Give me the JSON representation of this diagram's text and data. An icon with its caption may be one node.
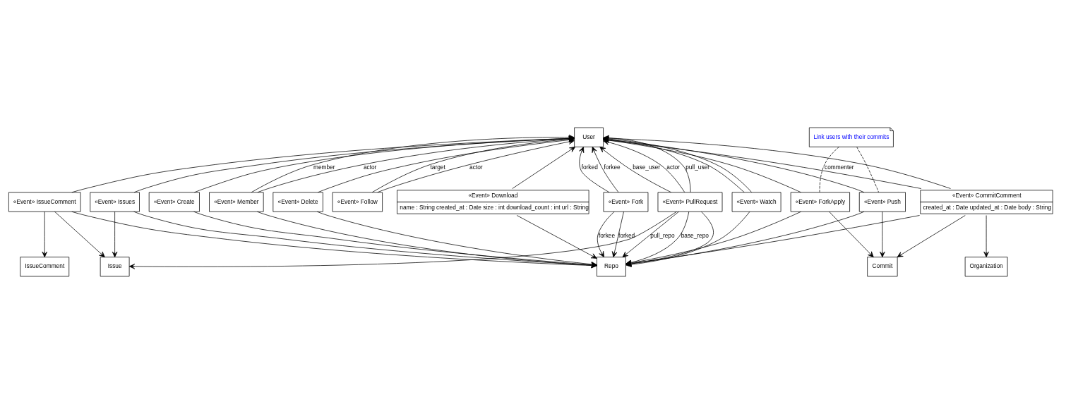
{
  "diagram": {
    "nodes": [
      {
        "text": [
          "User"
        ]
      },
      {
        "text": [
          "«Event» CommitComment",
          "created_at : Date updated_at : Date body : String"
        ]
      },
      {
        "text": [
          "Link users with their commits"
        ]
      },
      {
        "text": [
          "«Event» Member"
        ]
      },
      {
        "text": [
          "«Event» IssueComment"
        ]
      },
      {
        "text": [
          "«Event» PullRequest"
        ]
      },
      {
        "text": [
          "«Event» Issues"
        ]
      },
      {
        "text": [
          "«Event» Watch"
        ]
      },
      {
        "text": [
          "«Event» Follow"
        ]
      },
      {
        "text": [
          "«Event» ForkApply"
        ]
      },
      {
        "text": [
          "«Event» Push"
        ]
      },
      {
        "text": [
          "«Event» Fork"
        ]
      },
      {
        "text": [
          "«Event» Create"
        ]
      },
      {
        "text": [
          "«Event» Delete"
        ]
      },
      {
        "text": [
          "«Event» Download",
          "name : String created_at : Date size : int download_count : int url : String"
        ]
      },
      {
        "text": [
          "Organization"
        ]
      },
      {
        "text": [
          "IssueComment"
        ]
      },
      {
        "text": [
          "Issue"
        ]
      },
      {
        "text": [
          "Commit"
        ]
      },
      {
        "text": [
          "Repo"
        ]
      }
    ],
    "edges": [
      {
        "from": 1,
        "to": 0,
        "arrow": "to"
      },
      {
        "from": 1,
        "to": 0,
        "arrow": "to",
        "label": "commenter"
      },
      {
        "from": 1,
        "to": 15,
        "arrow": "to"
      },
      {
        "from": 1,
        "to": 18,
        "arrow": "to"
      },
      {
        "from": 1,
        "to": 19,
        "arrow": "to"
      },
      {
        "from": 3,
        "to": 0,
        "arrow": "to",
        "label": "actor"
      },
      {
        "from": 3,
        "to": 0,
        "arrow": "to",
        "label": "member"
      },
      {
        "from": 3,
        "to": 19,
        "arrow": "to"
      },
      {
        "from": 2,
        "to": 9,
        "arrow": "none",
        "style": "dashed"
      },
      {
        "from": 2,
        "to": 10,
        "arrow": "none",
        "style": "dashed"
      },
      {
        "from": 9,
        "to": 0,
        "arrow": "to"
      },
      {
        "from": 9,
        "to": 18,
        "arrow": "to"
      },
      {
        "from": 9,
        "to": 19,
        "arrow": "to"
      },
      {
        "from": 10,
        "to": 0,
        "arrow": "to"
      },
      {
        "from": 10,
        "to": 18,
        "arrow": "to"
      },
      {
        "from": 10,
        "to": 19,
        "arrow": "to"
      },
      {
        "from": 4,
        "to": 0,
        "arrow": "to"
      },
      {
        "from": 4,
        "to": 16,
        "arrow": "to"
      },
      {
        "from": 4,
        "to": 17,
        "arrow": "to"
      },
      {
        "from": 4,
        "to": 19,
        "arrow": "to"
      },
      {
        "from": 5,
        "to": 0,
        "arrow": "to",
        "label": "base_user"
      },
      {
        "from": 5,
        "to": 0,
        "arrow": "to",
        "label": "actor"
      },
      {
        "from": 5,
        "to": 0,
        "arrow": "to",
        "label": "pull_user"
      },
      {
        "from": 5,
        "to": 19,
        "arrow": "to",
        "label": "pull_repo"
      },
      {
        "from": 5,
        "to": 19,
        "arrow": "to",
        "label": "base_repo"
      },
      {
        "from": 5,
        "to": 19,
        "arrow": "to"
      },
      {
        "from": 5,
        "to": 17,
        "arrow": "to"
      },
      {
        "from": 6,
        "to": 0,
        "arrow": "to"
      },
      {
        "from": 6,
        "to": 17,
        "arrow": "to"
      },
      {
        "from": 6,
        "to": 19,
        "arrow": "to"
      },
      {
        "from": 11,
        "to": 0,
        "arrow": "to",
        "label": "forkee"
      },
      {
        "from": 11,
        "to": 0,
        "arrow": "to",
        "label": "forked"
      },
      {
        "from": 11,
        "to": 19,
        "arrow": "to",
        "label": "forked"
      },
      {
        "from": 11,
        "to": 19,
        "arrow": "to",
        "label": "forkee"
      },
      {
        "from": 7,
        "to": 0,
        "arrow": "to"
      },
      {
        "from": 7,
        "to": 0,
        "arrow": "to"
      },
      {
        "from": 7,
        "to": 19,
        "arrow": "to"
      },
      {
        "from": 12,
        "to": 0,
        "arrow": "to"
      },
      {
        "from": 12,
        "to": 19,
        "arrow": "to"
      },
      {
        "from": 13,
        "to": 0,
        "arrow": "to"
      },
      {
        "from": 13,
        "to": 19,
        "arrow": "to"
      },
      {
        "from": 14,
        "to": 0,
        "arrow": "to"
      },
      {
        "from": 14,
        "to": 19,
        "arrow": "to"
      },
      {
        "from": 8,
        "to": 0,
        "arrow": "to",
        "label": "actor"
      },
      {
        "from": 8,
        "to": 0,
        "arrow": "to",
        "label": "target"
      }
    ]
  }
}
